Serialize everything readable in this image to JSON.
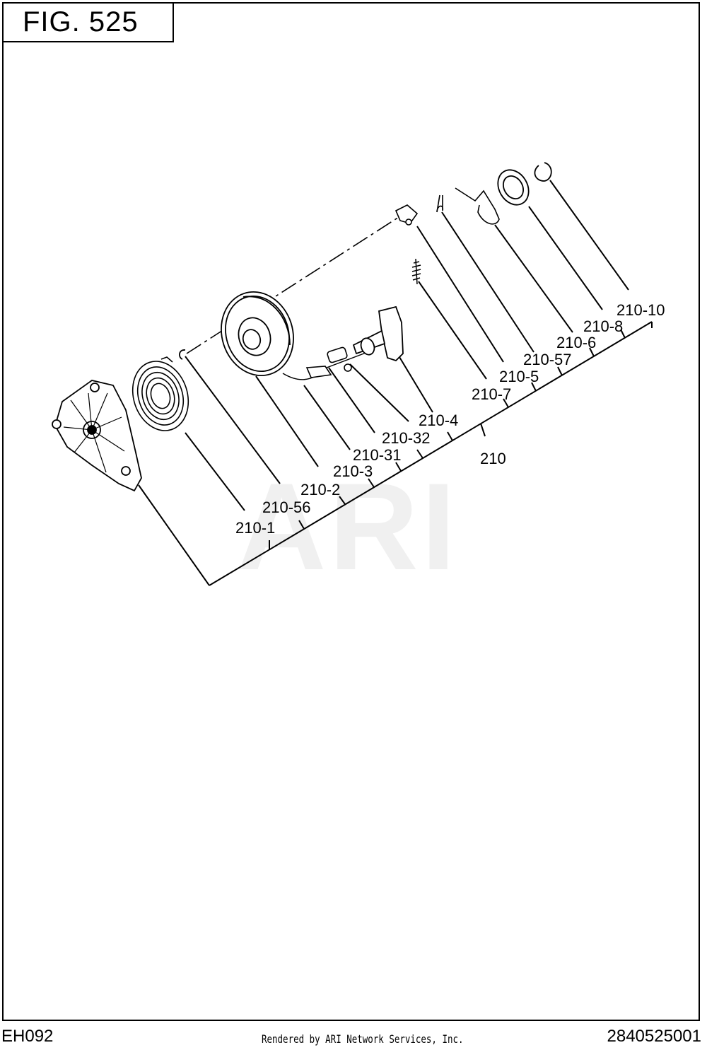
{
  "figure": {
    "label": "FIG.  525"
  },
  "watermark": "ARI",
  "callouts": [
    {
      "id": "210-10",
      "text": "210-10"
    },
    {
      "id": "210-8",
      "text": "210-8"
    },
    {
      "id": "210-6",
      "text": "210-6"
    },
    {
      "id": "210-57",
      "text": "210-57"
    },
    {
      "id": "210-5",
      "text": "210-5"
    },
    {
      "id": "210-7",
      "text": "210-7"
    },
    {
      "id": "210-4",
      "text": "210-4"
    },
    {
      "id": "210-32",
      "text": "210-32"
    },
    {
      "id": "210",
      "text": "210"
    },
    {
      "id": "210-31",
      "text": "210-31"
    },
    {
      "id": "210-3",
      "text": "210-3"
    },
    {
      "id": "210-2",
      "text": "210-2"
    },
    {
      "id": "210-56",
      "text": "210-56"
    },
    {
      "id": "210-1",
      "text": "210-1"
    }
  ],
  "footer": {
    "left": "EH092",
    "center": "Rendered by ARI Network Services, Inc.",
    "right": "2840525001"
  }
}
